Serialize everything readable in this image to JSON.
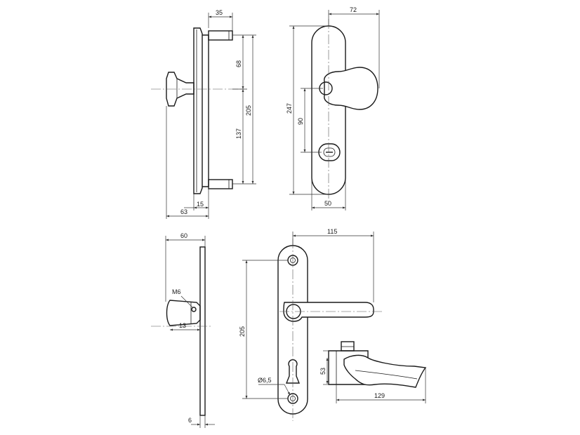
{
  "dimensions": {
    "view1_depth": "35",
    "view1_top_offset": "68",
    "view1_pitch": "205",
    "view1_lower": "137",
    "view1_width": "63",
    "view1_plate": "15",
    "view2_width": "72",
    "view2_height": "247",
    "view2_cylinder": "90",
    "view2_plate_width": "50",
    "view3_width": "60",
    "view3_thread": "M6",
    "view3_spindle": "13",
    "view3_plate": "6",
    "view4_lever_length": "115",
    "view4_pitch": "205",
    "view4_hole": "Ø6,5",
    "view5_height": "53",
    "view5_length": "129"
  }
}
